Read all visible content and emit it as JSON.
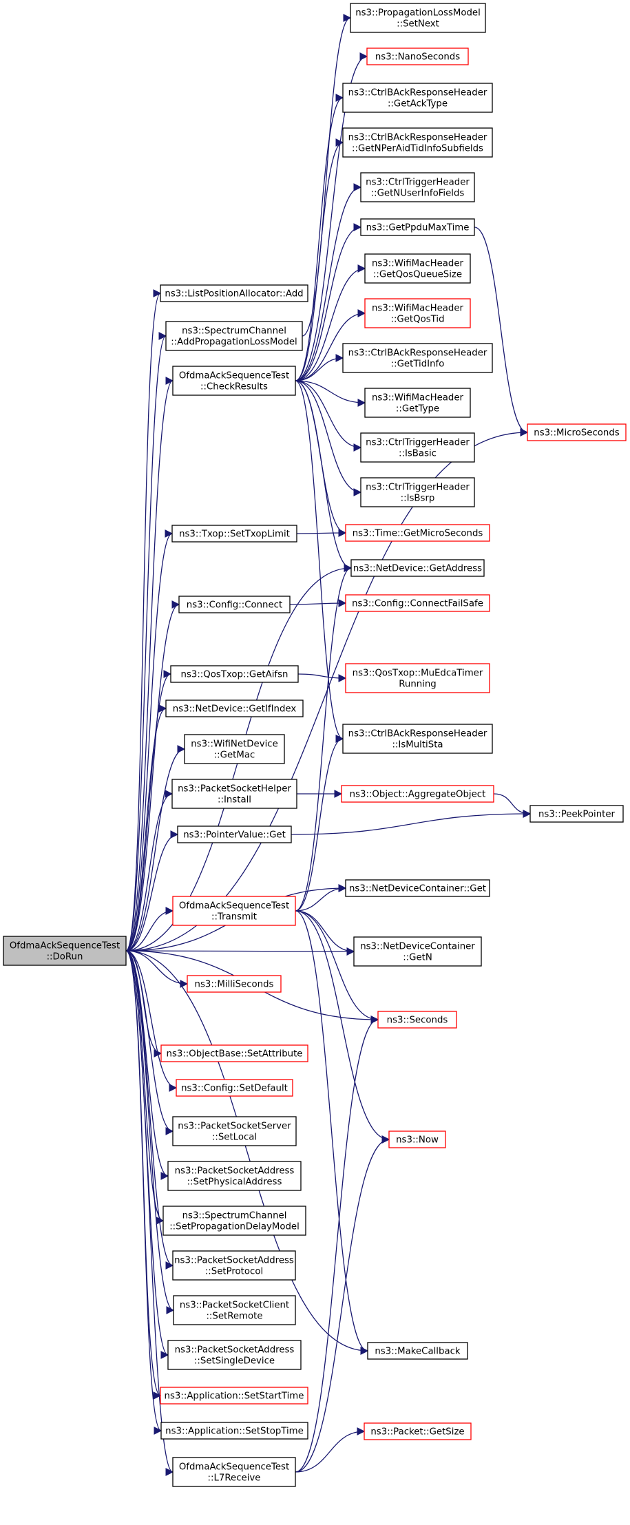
{
  "colors": {
    "edge": "#191970",
    "border": "#000000",
    "highlight_border": "#ff0000",
    "root_fill": "#bfbfbf"
  },
  "nodes": [
    {
      "id": "doRun",
      "lines": [
        "OfdmaAckSequenceTest",
        "::DoRun"
      ],
      "style": "root"
    },
    {
      "id": "listAdd",
      "lines": [
        "ns3::ListPositionAllocator::Add"
      ],
      "style": "normal"
    },
    {
      "id": "addProp",
      "lines": [
        "ns3::SpectrumChannel",
        "::AddPropagationLossModel"
      ],
      "style": "normal"
    },
    {
      "id": "checkResults",
      "lines": [
        "OfdmaAckSequenceTest",
        "::CheckResults"
      ],
      "style": "normal"
    },
    {
      "id": "setTxop",
      "lines": [
        "ns3::Txop::SetTxopLimit"
      ],
      "style": "normal"
    },
    {
      "id": "cfgConnect",
      "lines": [
        "ns3::Config::Connect"
      ],
      "style": "normal"
    },
    {
      "id": "getAifsn",
      "lines": [
        "ns3::QosTxop::GetAifsn"
      ],
      "style": "normal"
    },
    {
      "id": "getIfIndex",
      "lines": [
        "ns3::NetDevice::GetIfIndex"
      ],
      "style": "normal"
    },
    {
      "id": "getMac",
      "lines": [
        "ns3::WifiNetDevice",
        "::GetMac"
      ],
      "style": "normal"
    },
    {
      "id": "pshInstall",
      "lines": [
        "ns3::PacketSocketHelper",
        "::Install"
      ],
      "style": "normal"
    },
    {
      "id": "pvGet",
      "lines": [
        "ns3::PointerValue::Get"
      ],
      "style": "normal"
    },
    {
      "id": "transmit",
      "lines": [
        "OfdmaAckSequenceTest",
        "::Transmit"
      ],
      "style": "red"
    },
    {
      "id": "milli",
      "lines": [
        "ns3::MilliSeconds"
      ],
      "style": "red"
    },
    {
      "id": "setAttr",
      "lines": [
        "ns3::ObjectBase::SetAttribute"
      ],
      "style": "red"
    },
    {
      "id": "setDefault",
      "lines": [
        "ns3::Config::SetDefault"
      ],
      "style": "red"
    },
    {
      "id": "setLocal",
      "lines": [
        "ns3::PacketSocketServer",
        "::SetLocal"
      ],
      "style": "normal"
    },
    {
      "id": "setPhys",
      "lines": [
        "ns3::PacketSocketAddress",
        "::SetPhysicalAddress"
      ],
      "style": "normal"
    },
    {
      "id": "setPropDelay",
      "lines": [
        "ns3::SpectrumChannel",
        "::SetPropagationDelayModel"
      ],
      "style": "normal"
    },
    {
      "id": "setProto",
      "lines": [
        "ns3::PacketSocketAddress",
        "::SetProtocol"
      ],
      "style": "normal"
    },
    {
      "id": "setRemote",
      "lines": [
        "ns3::PacketSocketClient",
        "::SetRemote"
      ],
      "style": "normal"
    },
    {
      "id": "setSingle",
      "lines": [
        "ns3::PacketSocketAddress",
        "::SetSingleDevice"
      ],
      "style": "normal"
    },
    {
      "id": "setStart",
      "lines": [
        "ns3::Application::SetStartTime"
      ],
      "style": "red"
    },
    {
      "id": "setStop",
      "lines": [
        "ns3::Application::SetStopTime"
      ],
      "style": "normal"
    },
    {
      "id": "l7",
      "lines": [
        "OfdmaAckSequenceTest",
        "::L7Receive"
      ],
      "style": "normal"
    },
    {
      "id": "setNext",
      "lines": [
        "ns3::PropagationLossModel",
        "::SetNext"
      ],
      "style": "normal"
    },
    {
      "id": "nano",
      "lines": [
        "ns3::NanoSeconds"
      ],
      "style": "red"
    },
    {
      "id": "getAckType",
      "lines": [
        "ns3::CtrlBAckResponseHeader",
        "::GetAckType"
      ],
      "style": "normal"
    },
    {
      "id": "getNPerAid",
      "lines": [
        "ns3::CtrlBAckResponseHeader",
        "::GetNPerAidTidInfoSubfields"
      ],
      "style": "normal"
    },
    {
      "id": "getNUser",
      "lines": [
        "ns3::CtrlTriggerHeader",
        "::GetNUserInfoFields"
      ],
      "style": "normal"
    },
    {
      "id": "getPpdu",
      "lines": [
        "ns3::GetPpduMaxTime"
      ],
      "style": "normal"
    },
    {
      "id": "getQosQ",
      "lines": [
        "ns3::WifiMacHeader",
        "::GetQosQueueSize"
      ],
      "style": "normal"
    },
    {
      "id": "getQosTid",
      "lines": [
        "ns3::WifiMacHeader",
        "::GetQosTid"
      ],
      "style": "red"
    },
    {
      "id": "getTidInfo",
      "lines": [
        "ns3::CtrlBAckResponseHeader",
        "::GetTidInfo"
      ],
      "style": "normal"
    },
    {
      "id": "getType",
      "lines": [
        "ns3::WifiMacHeader",
        "::GetType"
      ],
      "style": "normal"
    },
    {
      "id": "isBasic",
      "lines": [
        "ns3::CtrlTriggerHeader",
        "::IsBasic"
      ],
      "style": "normal"
    },
    {
      "id": "isBsrp",
      "lines": [
        "ns3::CtrlTriggerHeader",
        "::IsBsrp"
      ],
      "style": "normal"
    },
    {
      "id": "getMicro",
      "lines": [
        "ns3::Time::GetMicroSeconds"
      ],
      "style": "red"
    },
    {
      "id": "ndGetAddr",
      "lines": [
        "ns3::NetDevice::GetAddress"
      ],
      "style": "normal"
    },
    {
      "id": "connectFS",
      "lines": [
        "ns3::Config::ConnectFailSafe"
      ],
      "style": "red"
    },
    {
      "id": "muEdca",
      "lines": [
        "ns3::QosTxop::MuEdcaTimer",
        "Running"
      ],
      "style": "red"
    },
    {
      "id": "isMultiSta",
      "lines": [
        "ns3::CtrlBAckResponseHeader",
        "::IsMultiSta"
      ],
      "style": "normal"
    },
    {
      "id": "aggregate",
      "lines": [
        "ns3::Object::AggregateObject"
      ],
      "style": "red"
    },
    {
      "id": "ndcGet",
      "lines": [
        "ns3::NetDeviceContainer::Get"
      ],
      "style": "normal"
    },
    {
      "id": "ndcGetN",
      "lines": [
        "ns3::NetDeviceContainer",
        "::GetN"
      ],
      "style": "normal"
    },
    {
      "id": "seconds",
      "lines": [
        "ns3::Seconds"
      ],
      "style": "red"
    },
    {
      "id": "now",
      "lines": [
        "ns3::Now"
      ],
      "style": "red"
    },
    {
      "id": "makeCb",
      "lines": [
        "ns3::MakeCallback"
      ],
      "style": "normal"
    },
    {
      "id": "pktGetSize",
      "lines": [
        "ns3::Packet::GetSize"
      ],
      "style": "red"
    },
    {
      "id": "micro",
      "lines": [
        "ns3::MicroSeconds"
      ],
      "style": "red"
    },
    {
      "id": "peek",
      "lines": [
        "ns3::PeekPointer"
      ],
      "style": "normal"
    }
  ],
  "edges": [
    [
      "doRun",
      "listAdd"
    ],
    [
      "doRun",
      "addProp"
    ],
    [
      "doRun",
      "checkResults"
    ],
    [
      "doRun",
      "setTxop"
    ],
    [
      "doRun",
      "ndGetAddr"
    ],
    [
      "doRun",
      "cfgConnect"
    ],
    [
      "doRun",
      "micro"
    ],
    [
      "doRun",
      "getAifsn"
    ],
    [
      "doRun",
      "getIfIndex"
    ],
    [
      "doRun",
      "getMac"
    ],
    [
      "doRun",
      "pshInstall"
    ],
    [
      "doRun",
      "pvGet"
    ],
    [
      "doRun",
      "ndcGet"
    ],
    [
      "doRun",
      "transmit"
    ],
    [
      "doRun",
      "ndcGetN"
    ],
    [
      "doRun",
      "milli"
    ],
    [
      "doRun",
      "seconds"
    ],
    [
      "doRun",
      "setAttr"
    ],
    [
      "doRun",
      "setDefault"
    ],
    [
      "doRun",
      "setLocal"
    ],
    [
      "doRun",
      "setPhys"
    ],
    [
      "doRun",
      "setPropDelay"
    ],
    [
      "doRun",
      "setProto"
    ],
    [
      "doRun",
      "setRemote"
    ],
    [
      "doRun",
      "setSingle"
    ],
    [
      "doRun",
      "setStart"
    ],
    [
      "doRun",
      "setStop"
    ],
    [
      "doRun",
      "l7"
    ],
    [
      "doRun",
      "makeCb"
    ],
    [
      "addProp",
      "setNext"
    ],
    [
      "checkResults",
      "nano"
    ],
    [
      "checkResults",
      "getAckType"
    ],
    [
      "checkResults",
      "getNPerAid"
    ],
    [
      "checkResults",
      "getNUser"
    ],
    [
      "checkResults",
      "getPpdu"
    ],
    [
      "checkResults",
      "getQosQ"
    ],
    [
      "checkResults",
      "getQosTid"
    ],
    [
      "checkResults",
      "getTidInfo"
    ],
    [
      "checkResults",
      "getType"
    ],
    [
      "checkResults",
      "isBasic"
    ],
    [
      "checkResults",
      "isBsrp"
    ],
    [
      "checkResults",
      "getMicro"
    ],
    [
      "checkResults",
      "ndGetAddr"
    ],
    [
      "checkResults",
      "isMultiSta"
    ],
    [
      "getPpdu",
      "micro"
    ],
    [
      "setTxop",
      "getMicro"
    ],
    [
      "cfgConnect",
      "connectFS"
    ],
    [
      "getAifsn",
      "muEdca"
    ],
    [
      "pshInstall",
      "aggregate"
    ],
    [
      "aggregate",
      "peek"
    ],
    [
      "pvGet",
      "peek"
    ],
    [
      "transmit",
      "ndGetAddr"
    ],
    [
      "transmit",
      "isMultiSta"
    ],
    [
      "transmit",
      "ndcGet"
    ],
    [
      "transmit",
      "ndcGetN"
    ],
    [
      "transmit",
      "seconds"
    ],
    [
      "transmit",
      "now"
    ],
    [
      "transmit",
      "makeCb"
    ],
    [
      "l7",
      "seconds"
    ],
    [
      "l7",
      "now"
    ],
    [
      "l7",
      "pktGetSize"
    ]
  ]
}
